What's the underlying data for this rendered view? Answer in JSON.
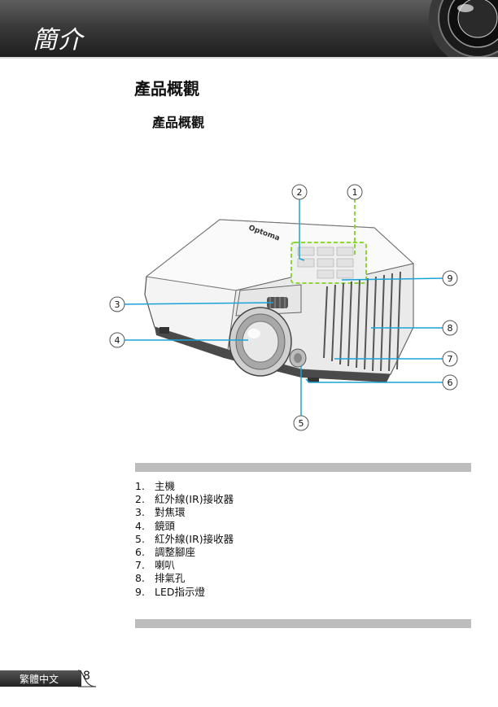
{
  "header": {
    "title": "簡介"
  },
  "section": {
    "title": "產品概觀",
    "subtitle": "產品概觀"
  },
  "callouts": [
    "1",
    "2",
    "3",
    "4",
    "5",
    "6",
    "7",
    "8",
    "9"
  ],
  "projector": {
    "brand": "Optoma"
  },
  "legend": [
    {
      "num": "1.",
      "label": "主機"
    },
    {
      "num": "2.",
      "label": "紅外線(IR)接收器"
    },
    {
      "num": "3.",
      "label": "對焦環"
    },
    {
      "num": "4.",
      "label": "鏡頭"
    },
    {
      "num": "5.",
      "label": "紅外線(IR)接收器"
    },
    {
      "num": "6.",
      "label": "調整腳座"
    },
    {
      "num": "7.",
      "label": "喇叭"
    },
    {
      "num": "8.",
      "label": "排氣孔"
    },
    {
      "num": "9.",
      "label": "LED指示燈"
    }
  ],
  "footer": {
    "language": "繁體中文",
    "page_number": "8"
  },
  "colors": {
    "callout_line": "#1aa3d9",
    "keypad_highlight": "#8cd63a",
    "header_bg": "#2b2b2b"
  }
}
